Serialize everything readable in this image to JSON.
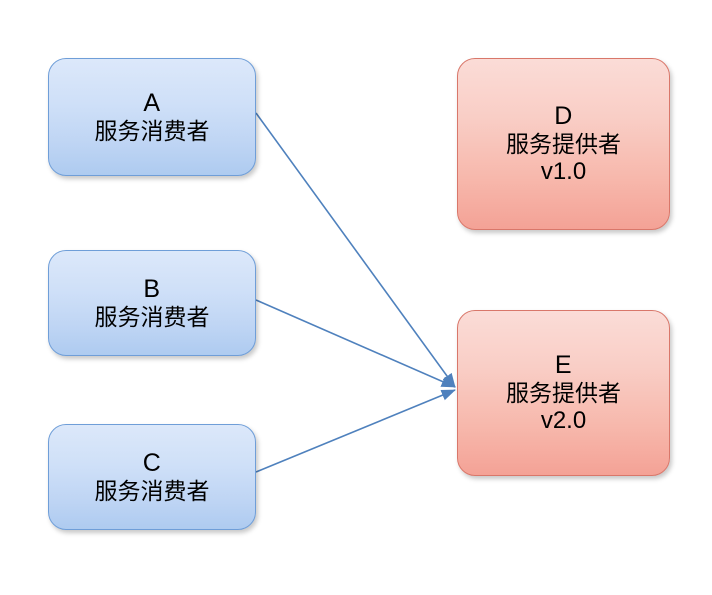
{
  "diagram": {
    "title": "service-consumer-provider-routing",
    "background": "#ffffff",
    "consumer_fill": "#cfe0f8",
    "consumer_stroke": "#6f9ed8",
    "provider_fill": "#f9cec6",
    "provider_stroke": "#d9776a",
    "edge_color": "#4f81bd"
  },
  "nodes": {
    "a": {
      "id": "A",
      "role": "服务消费者",
      "version": ""
    },
    "b": {
      "id": "B",
      "role": "服务消费者",
      "version": ""
    },
    "c": {
      "id": "C",
      "role": "服务消费者",
      "version": ""
    },
    "d": {
      "id": "D",
      "role": "服务提供者",
      "version": "v1.0"
    },
    "e": {
      "id": "E",
      "role": "服务提供者",
      "version": "v2.0"
    }
  },
  "edges": [
    {
      "from": "A",
      "to": "E"
    },
    {
      "from": "B",
      "to": "E"
    },
    {
      "from": "C",
      "to": "E"
    }
  ]
}
